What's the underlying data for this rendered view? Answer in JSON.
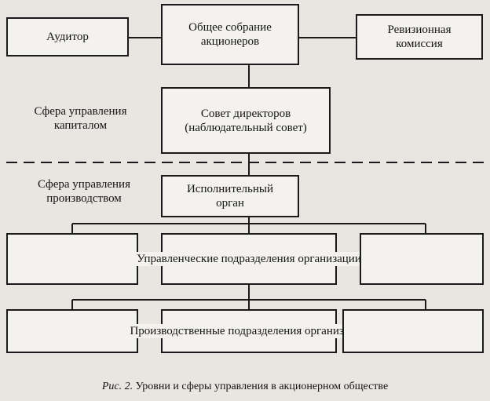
{
  "boxes": {
    "auditor": "Аудитор",
    "general_meeting": "Общее собрание акционеров",
    "audit_commission": "Ревизионная комиссия",
    "board": "Совет директоров (наблюдательный совет)",
    "executive": "Исполнительный орган",
    "management_units": "Управленческие подразделения организации",
    "production_units": "Производственные подразделения организации"
  },
  "spheres": {
    "capital": "Сфера управления капиталом",
    "production": "Сфера управления производством"
  },
  "caption": {
    "prefix": "Рис. 2.",
    "text": " Уровни и сферы управления в акционерном обществе"
  }
}
